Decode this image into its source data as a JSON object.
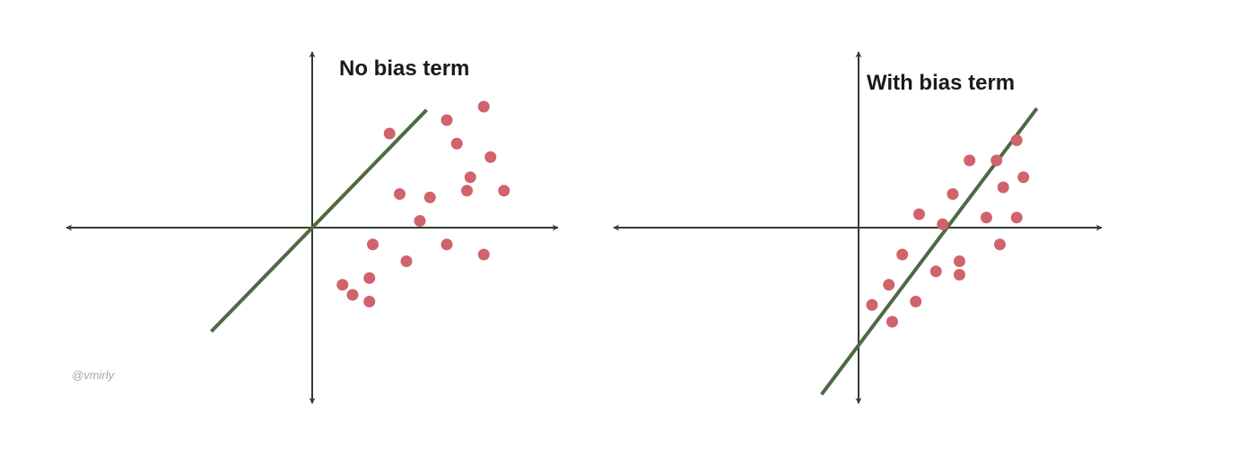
{
  "watermark": "@vmirly",
  "colors": {
    "axis": "#333a2e",
    "line": "#4e6a45",
    "point": "#d0636b"
  },
  "panels": [
    {
      "title": "No bias term",
      "line": {
        "slope": 1.03,
        "intercept": 0
      },
      "points": [
        [
          2.3,
          2.8
        ],
        [
          4.0,
          3.2
        ],
        [
          5.1,
          3.6
        ],
        [
          4.3,
          2.5
        ],
        [
          5.3,
          2.1
        ],
        [
          4.7,
          1.5
        ],
        [
          2.6,
          1.0
        ],
        [
          3.5,
          0.9
        ],
        [
          4.6,
          1.1
        ],
        [
          5.7,
          1.1
        ],
        [
          3.2,
          0.2
        ],
        [
          4.0,
          -0.5
        ],
        [
          5.1,
          -0.8
        ],
        [
          1.8,
          -0.5
        ],
        [
          2.8,
          -1.0
        ],
        [
          1.7,
          -1.5
        ],
        [
          0.9,
          -1.7
        ],
        [
          1.7,
          -2.2
        ],
        [
          1.2,
          -2.0
        ]
      ]
    },
    {
      "title": "With bias term",
      "line": {
        "slope": 1.33,
        "intercept": -3.5
      },
      "points": [
        [
          3.3,
          2.0
        ],
        [
          4.1,
          2.0
        ],
        [
          4.7,
          2.6
        ],
        [
          4.9,
          1.5
        ],
        [
          4.3,
          1.2
        ],
        [
          2.8,
          1.0
        ],
        [
          3.8,
          0.3
        ],
        [
          4.7,
          0.3
        ],
        [
          1.8,
          0.4
        ],
        [
          2.5,
          0.1
        ],
        [
          4.2,
          -0.5
        ],
        [
          1.3,
          -0.8
        ],
        [
          3.0,
          -1.0
        ],
        [
          2.3,
          -1.3
        ],
        [
          0.9,
          -1.7
        ],
        [
          3.0,
          -1.4
        ],
        [
          1.7,
          -2.2
        ],
        [
          0.4,
          -2.3
        ],
        [
          1.0,
          -2.8
        ]
      ]
    }
  ]
}
